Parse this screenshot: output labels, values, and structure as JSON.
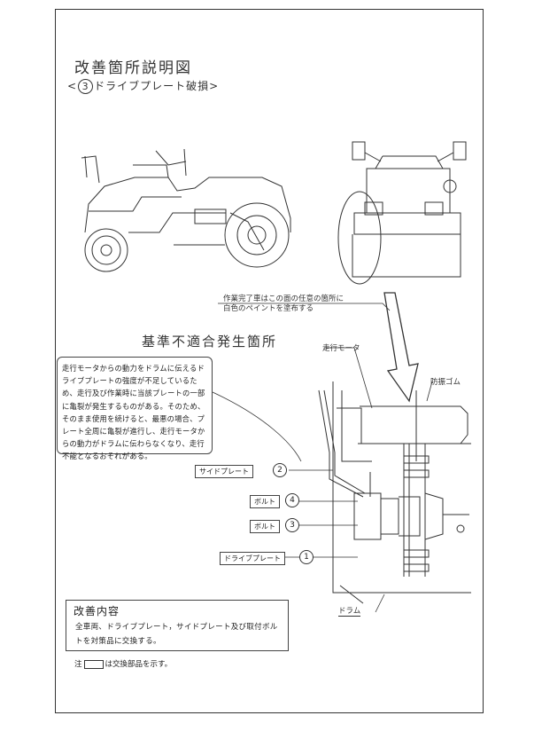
{
  "title": "改善箇所説明図",
  "subtitle": {
    "open": "<",
    "number": "3",
    "text": "ドライブプレート破損",
    "close": ">"
  },
  "callout_paint": "作業完了車はこの面の任意の箇所に\n白色のペイントを塗布する",
  "section_heading": "基準不適合発生箇所",
  "description": "走行モータからの動力をドラムに伝えるドライブプレートの強度が不足しているため、走行及び作業時に当該プレートの一部に亀裂が発生するものがある。そのため、そのまま使用を続けると、最悪の場合、プレート全周に亀裂が進行し、走行モータからの動力がドラムに伝わらなくなり、走行不能となるおそれがある。",
  "labels": {
    "motor": "走行モータ",
    "rubber": "防振ゴム",
    "drum": "ドラム"
  },
  "parts": [
    {
      "label": "サイドプレート",
      "number": "2"
    },
    {
      "label": "ボルト",
      "number": "4"
    },
    {
      "label": "ボルト",
      "number": "3"
    },
    {
      "label": "ドライブプレート",
      "number": "1"
    }
  ],
  "improvement": {
    "title": "改善内容",
    "body": "全車両、ドライブプレート，サイドプレート及び取付ボルトを対策品に交換する。"
  },
  "note": {
    "prefix": "注",
    "suffix": "は交換部品を示す。"
  }
}
